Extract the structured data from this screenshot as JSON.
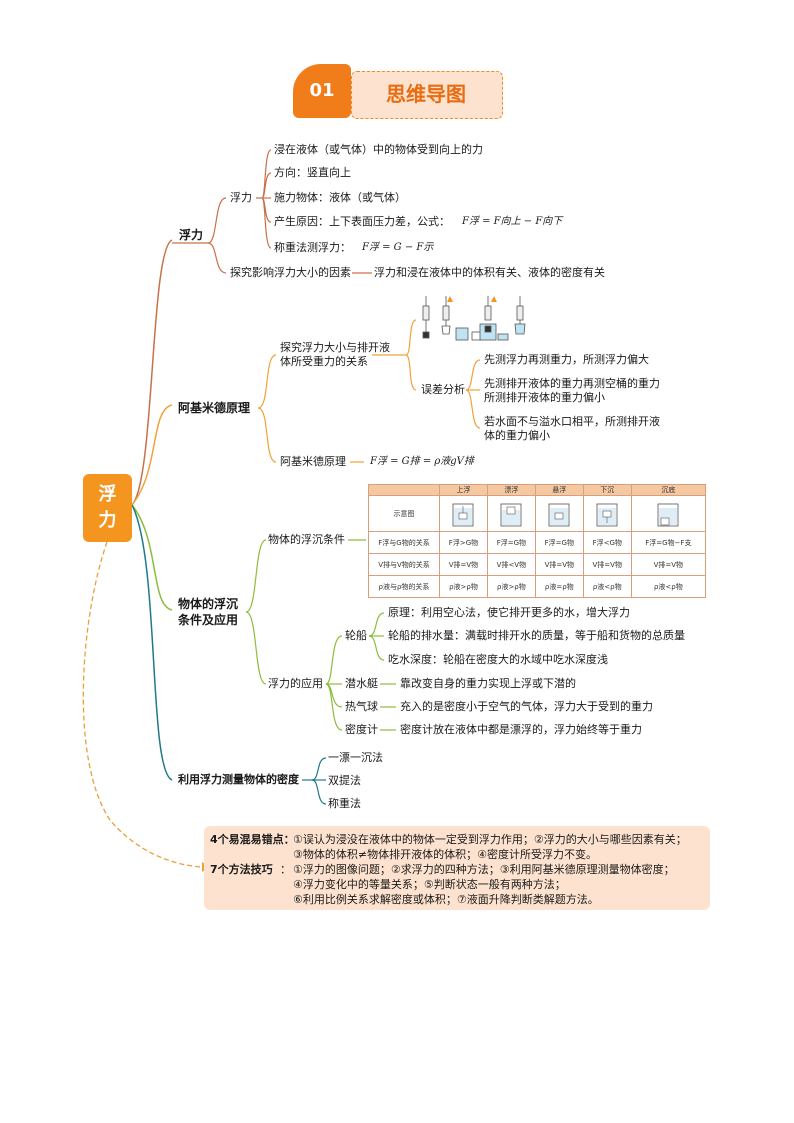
{
  "header": {
    "number": "01",
    "title": "思维导图"
  },
  "root": {
    "line1": "浮",
    "line2": "力"
  },
  "buoyancy": {
    "title": "浮力",
    "sub": "浮力",
    "items": [
      "浸在液体（或气体）中的物体受到向上的力",
      "方向：竖直向上",
      "施力物体：液体（或气体）",
      "产生原因：上下表面压力差，公式：",
      "称重法测浮力："
    ],
    "formula_cause": "F浮 = F向上 − F向下",
    "formula_weigh": "F浮 = G − F示",
    "explore": "探究影响浮力大小的因素",
    "explore_result": "浮力和浸在液体中的体积有关、液体的密度有关"
  },
  "archimedes": {
    "title": "阿基米德原理",
    "experiment_line1": "探究浮力大小与排开液",
    "experiment_line2": "体所受重力的关系",
    "error_label": "误差分析",
    "errors": [
      [
        "先测浮力再测重力，所测浮力偏大"
      ],
      [
        "先测排开液体的重力再测空桶的重力",
        "所测排开液体的重力偏小"
      ],
      [
        "若水面不与溢水口相平，所测排开液",
        "体的重力偏小"
      ]
    ],
    "principle_label": "阿基米德原理",
    "principle_formula": "F浮 = G排 = ρ液gV排"
  },
  "sink_float": {
    "title_line1": "物体的浮沉",
    "title_line2": "条件及应用",
    "conditions_label": "物体的浮沉条件",
    "table": {
      "headers": [
        "",
        "上浮",
        "漂浮",
        "悬浮",
        "下沉",
        "沉底"
      ],
      "rows": [
        [
          "示意图",
          "",
          "",
          "",
          "",
          ""
        ],
        [
          "F浮与G物的关系",
          "F浮>G物",
          "F浮=G物",
          "F浮=G物",
          "F浮<G物",
          "F浮=G物−F支"
        ],
        [
          "V排与V物的关系",
          "V排=V物",
          "V排<V物",
          "V排=V物",
          "V排=V物",
          "V排=V物"
        ],
        [
          "ρ液与ρ物的关系",
          "ρ液>ρ物",
          "ρ液>ρ物",
          "ρ液=ρ物",
          "ρ液<ρ物",
          "ρ液<ρ物"
        ]
      ]
    },
    "applications_label": "浮力的应用",
    "ship": {
      "label": "轮船",
      "items": [
        "原理：利用空心法，使它排开更多的水，增大浮力",
        "轮船的排水量：满载时排开水的质量，等于船和货物的总质量",
        "吃水深度：轮船在密度大的水域中吃水深度浅"
      ]
    },
    "submarine": {
      "label": "潜水艇",
      "text": "靠改变自身的重力实现上浮或下潜的"
    },
    "balloon": {
      "label": "热气球",
      "text": "充入的是密度小于空气的气体，浮力大于受到的重力"
    },
    "hydrometer": {
      "label": "密度计",
      "text": "密度计放在液体中都是漂浮的，浮力始终等于重力"
    }
  },
  "density": {
    "title": "利用浮力测量物体的密度",
    "methods": [
      "一漂一沉法",
      "双提法",
      "称重法"
    ]
  },
  "bottom": {
    "mistakes_label": "4个易混易错点：",
    "mistakes_line1": "①误认为浸没在液体中的物体一定受到浮力作用；②浮力的大小与哪些因素有关；",
    "mistakes_line2": "③物体的体积≠物体排开液体的体积；④密度计所受浮力不变。",
    "methods_label": "7个方法技巧",
    "methods_colon": "：",
    "methods_line1": "①浮力的图像问题；②求浮力的四种方法；③利用阿基米德原理测量物体密度；",
    "methods_line2": "④浮力变化中的等量关系；⑤判断状态一般有两种方法；",
    "methods_line3": "⑥利用比例关系求解密度或体积；⑦液面升降判断类解题方法。"
  },
  "colors": {
    "orange": "#f4951f",
    "branch_buoyancy": "#c9704a",
    "branch_archimedes": "#f0a23a",
    "branch_sink": "#8cbc3c",
    "branch_density": "#1e7a8a",
    "dashed": "#e9a03a"
  }
}
